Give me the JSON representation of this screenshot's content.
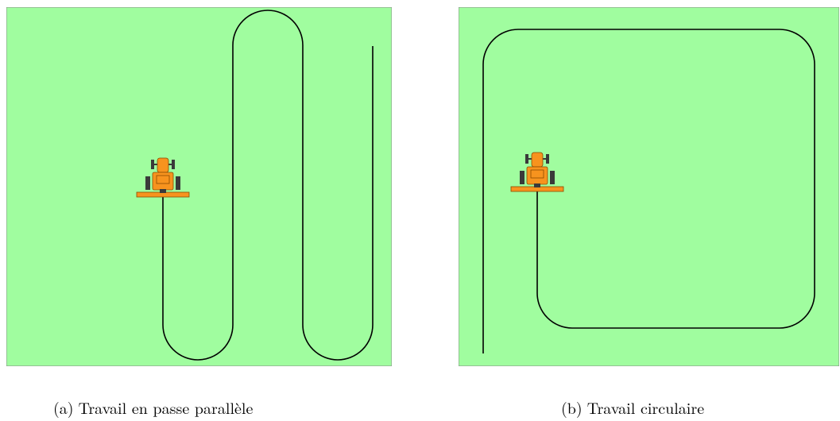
{
  "colors": {
    "field": "#a0fd9f",
    "field_border": "#888888",
    "path": "#000000",
    "tractor_body": "#f7931e",
    "tractor_dark": "#3a3a3a",
    "implement": "#f7931e"
  },
  "panels": [
    {
      "label": "(a)",
      "caption": "Travail en passe parallèle",
      "icon": "tractor-icon"
    },
    {
      "label": "(b)",
      "caption": "Travail circulaire",
      "icon": "tractor-icon"
    }
  ]
}
